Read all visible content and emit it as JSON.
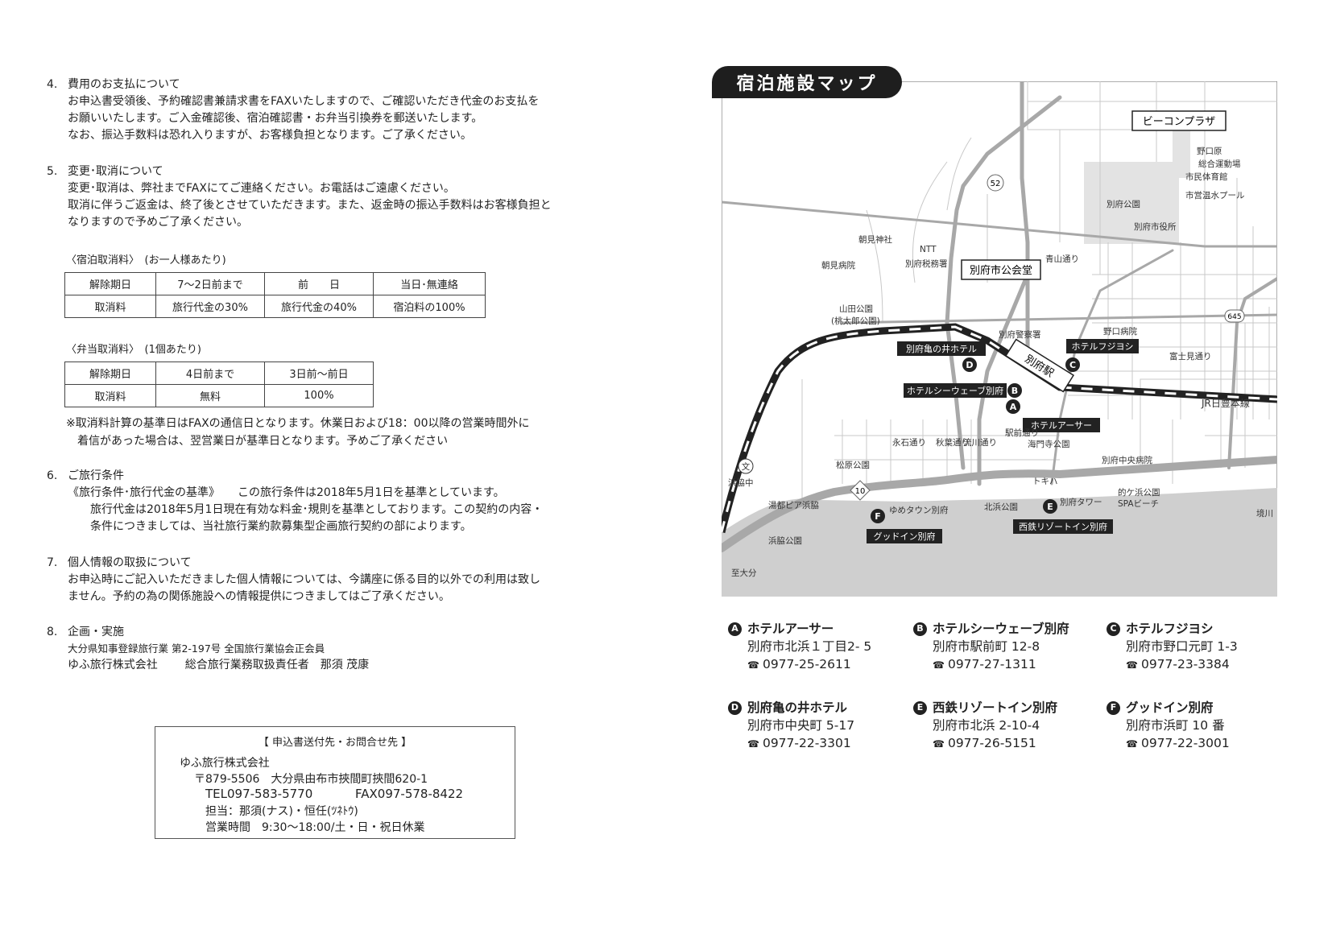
{
  "sections": {
    "s4": {
      "num": "4.",
      "title": "費用のお支払について",
      "lines": [
        "お申込書受領後、予約確認書兼請求書をFAXいたしますので、ご確認いただき代金のお支払を",
        "お願いいたします。ご入金確認後、宿泊確認書・お弁当引換券を郵送いたします。",
        "なお、振込手数料は恐れ入りますが、お客様負担となります。ご了承ください。"
      ]
    },
    "s5": {
      "num": "5.",
      "title": "変更･取消について",
      "lines": [
        "変更･取消は、弊社までFAXにてご連絡ください。お電話はご遠慮ください。",
        "取消に伴うご返金は、終了後とさせていただきます。また、返金時の振込手数料はお客様負担と",
        "なりますので予めご了承ください。"
      ]
    },
    "lodging_cancel": {
      "title": "〈宿泊取消料〉　(お一人様あたり)",
      "header": [
        "解除期日",
        "7〜2日前まで",
        "前　　日",
        "当日･無連絡"
      ],
      "row": [
        "取消料",
        "旅行代金の30%",
        "旅行代金の40%",
        "宿泊料の100%"
      ]
    },
    "bento_cancel": {
      "title": "〈弁当取消料〉　(1個あたり)",
      "header": [
        "解除期日",
        "4日前まで",
        "3日前〜前日"
      ],
      "row": [
        "取消料",
        "無料",
        "100%"
      ]
    },
    "cancel_note": [
      "※取消料計算の基準日はFAXの通信日となります。休業日および18：00以降の営業時間外に",
      "着信があった場合は、翌営業日が基準日となります。予めご了承ください"
    ],
    "s6": {
      "num": "6.",
      "title": "ご旅行条件",
      "line1a": "《旅行条件･旅行代金の基準》",
      "line1b": "この旅行条件は2018年5月1日を基準としています。",
      "lines": [
        "旅行代金は2018年5月1日現在有効な料金･規則を基準としております。この契約の内容・",
        "条件につきましては、当社旅行業約款募集型企画旅行契約の部によります。"
      ]
    },
    "s7": {
      "num": "7.",
      "title": "個人情報の取扱について",
      "lines": [
        "お申込時にご記入いただきました個人情報については、今講座に係る目的以外での利用は致し",
        "ません。予約の為の関係施設への情報提供につきましてはご了承ください。"
      ]
    },
    "s8": {
      "num": "8.",
      "title": "企画・実施",
      "line1": "大分県知事登録旅行業 第2-197号 全国旅行業協会正会員",
      "line2a": "ゆふ旅行株式会社",
      "line2b": "総合旅行業務取扱責任者　那須 茂康"
    }
  },
  "contact": {
    "title": "【 申込書送付先・お問合せ先 】",
    "company": "ゆふ旅行株式会社",
    "address": "〒879-5506　大分県由布市挾間町挾間620-1",
    "tel": "TEL097-583-5770",
    "fax": "FAX097-578-8422",
    "staff": "担当：那須(ナス)・恒任(ﾂﾈﾄｳ)",
    "hours": "営業時間　9:30〜18:00/土・日・祝日休業"
  },
  "map": {
    "title": "宿泊施設マップ",
    "boxed_labels": {
      "beacon": "ビーコンプラザ",
      "kokaido": "別府市公会堂"
    },
    "hotel_tags": {
      "A": "ホテルアーサー",
      "B": "ホテルシーウェーブ別府",
      "C": "ホテルフジヨシ",
      "D": "別府亀の井ホテル",
      "E": "西鉄リゾートイン別府",
      "F": "グッドイン別府"
    },
    "station": "別府駅",
    "rail": "JR日豊本線",
    "route_numbers": [
      "52",
      "645",
      "10"
    ],
    "labels": {
      "noguchibaru": "野口原",
      "sports": "総合運動場",
      "gym": "市民体育館",
      "pool": "市営温水プール",
      "park": "別府公園",
      "cityhall": "別府市役所",
      "shrine": "朝見神社",
      "asami_hosp": "朝見病院",
      "ntt": "NTT",
      "tax": "別府税務署",
      "aoyama": "青山通り",
      "yamada1": "山田公園",
      "yamada2": "(桃太郎公園)",
      "police": "別府警察署",
      "noguchi_hosp": "野口病院",
      "fujimi": "富士見通り",
      "kaimonji": "海門寺公園",
      "ekimae": "駅前通り",
      "nagare": "流川通り",
      "akiba": "秋葉通り",
      "eiseki": "永石通り",
      "matsubara": "松原公園",
      "central_hosp": "別府中央病院",
      "tokiwa": "トキハ",
      "hamawaki_jhs": "浜脇中",
      "bun": "文",
      "piahama": "湯都ピア浜脇",
      "hamawaki_park": "浜脇公園",
      "youme": "ゆめタウン別府",
      "kitahama": "北浜公園",
      "tower": "別府タワー",
      "matogahama": "的ケ浜公園",
      "spa": "SPAビーチ",
      "sakai": "境川",
      "oita": "至大分"
    }
  },
  "legend": [
    {
      "mark": "A",
      "name": "ホテルアーサー",
      "addr": "別府市北浜１丁目2- 5",
      "tel": "0977-25-2611"
    },
    {
      "mark": "B",
      "name": "ホテルシーウェーブ別府",
      "addr": "別府市駅前町 12-8",
      "tel": "0977-27-1311"
    },
    {
      "mark": "C",
      "name": "ホテルフジヨシ",
      "addr": "別府市野口元町 1-3",
      "tel": "0977-23-3384"
    },
    {
      "mark": "D",
      "name": "別府亀の井ホテル",
      "addr": "別府市中央町 5-17",
      "tel": "0977-22-3301"
    },
    {
      "mark": "E",
      "name": "西鉄リゾートイン別府",
      "addr": "別府市北浜 2-10-4",
      "tel": "0977-26-5151"
    },
    {
      "mark": "F",
      "name": "グッドイン別府",
      "addr": "別府市浜町 10 番",
      "tel": "0977-22-3001"
    }
  ],
  "tel_icon": "☎"
}
